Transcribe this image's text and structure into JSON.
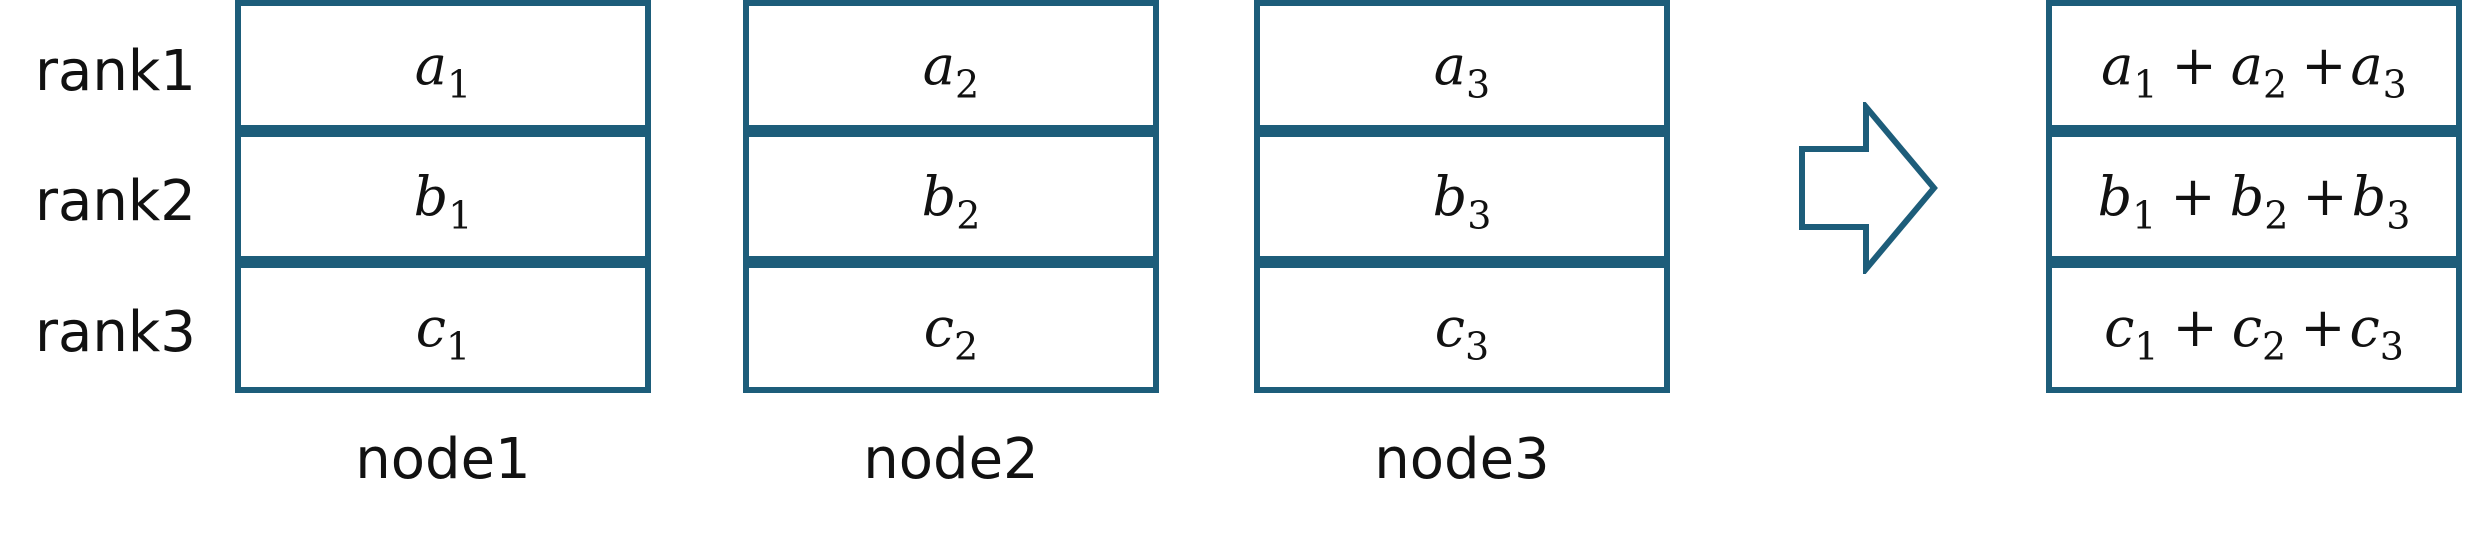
{
  "colors": {
    "border": "#1d5d7a",
    "text": "#111111",
    "arrow": "#1d5d7a"
  },
  "row_labels": [
    "rank1",
    "rank2",
    "rank3"
  ],
  "nodes": [
    {
      "label": "node1",
      "cells": [
        {
          "var": "a",
          "sub": "1"
        },
        {
          "var": "b",
          "sub": "1"
        },
        {
          "var": "c",
          "sub": "1"
        }
      ]
    },
    {
      "label": "node2",
      "cells": [
        {
          "var": "a",
          "sub": "2"
        },
        {
          "var": "b",
          "sub": "2"
        },
        {
          "var": "c",
          "sub": "2"
        }
      ]
    },
    {
      "label": "node3",
      "cells": [
        {
          "var": "a",
          "sub": "3"
        },
        {
          "var": "b",
          "sub": "3"
        },
        {
          "var": "c",
          "sub": "3"
        }
      ]
    }
  ],
  "arrow_icon": "right-arrow-outline-icon",
  "result": {
    "cells": [
      {
        "terms": [
          {
            "var": "a",
            "sub": "1"
          },
          {
            "var": "a",
            "sub": "2"
          },
          {
            "var": "a",
            "sub": "3"
          }
        ],
        "operator": "+"
      },
      {
        "terms": [
          {
            "var": "b",
            "sub": "1"
          },
          {
            "var": "b",
            "sub": "2"
          },
          {
            "var": "b",
            "sub": "3"
          }
        ],
        "operator": "+"
      },
      {
        "terms": [
          {
            "var": "c",
            "sub": "1"
          },
          {
            "var": "c",
            "sub": "2"
          },
          {
            "var": "c",
            "sub": "3"
          }
        ],
        "operator": "+"
      }
    ]
  }
}
